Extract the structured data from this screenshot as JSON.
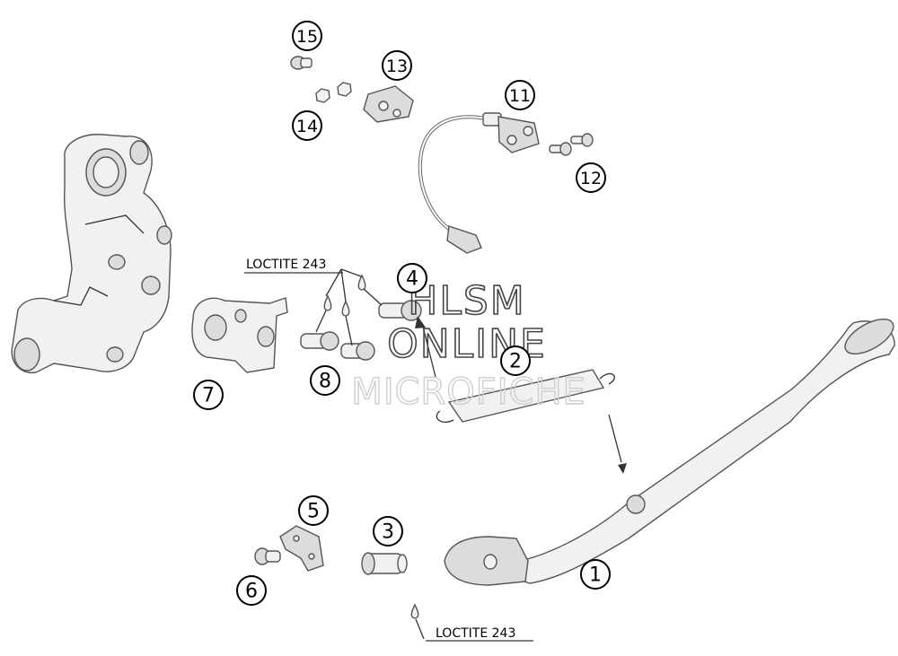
{
  "watermark": {
    "line1": "HLSM",
    "line2": "ONLINE",
    "line3": "MICROFICHE"
  },
  "notes": {
    "loctite_top": "LOCTITE 243",
    "loctite_bottom": "LOCTITE 243"
  },
  "callouts": [
    {
      "id": "1",
      "label": "1"
    },
    {
      "id": "2",
      "label": "2"
    },
    {
      "id": "3",
      "label": "3"
    },
    {
      "id": "4",
      "label": "4"
    },
    {
      "id": "5",
      "label": "5"
    },
    {
      "id": "6",
      "label": "6"
    },
    {
      "id": "7",
      "label": "7"
    },
    {
      "id": "8",
      "label": "8"
    },
    {
      "id": "11",
      "label": "11"
    },
    {
      "id": "12",
      "label": "12"
    },
    {
      "id": "13",
      "label": "13"
    },
    {
      "id": "14",
      "label": "14"
    },
    {
      "id": "15",
      "label": "15"
    }
  ]
}
